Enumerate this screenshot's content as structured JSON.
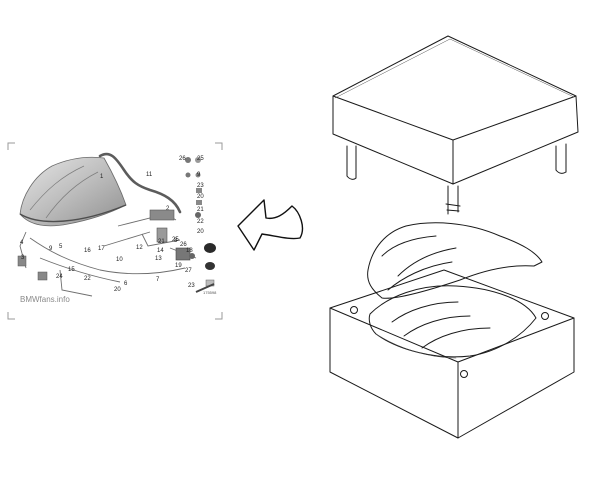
{
  "diagram": {
    "parts_catalog": {
      "watermark": "BMWfans.info",
      "drawing_code": "175598",
      "callouts": [
        "1",
        "2",
        "3",
        "4",
        "5",
        "6",
        "7",
        "8",
        "9",
        "10",
        "11",
        "12",
        "13",
        "14",
        "15",
        "16",
        "17",
        "18",
        "19",
        "20",
        "21",
        "22",
        "23",
        "24",
        "25",
        "26",
        "27"
      ]
    },
    "arrow": {
      "direction": "left"
    },
    "sketch": {
      "subject": "press-tool"
    }
  }
}
